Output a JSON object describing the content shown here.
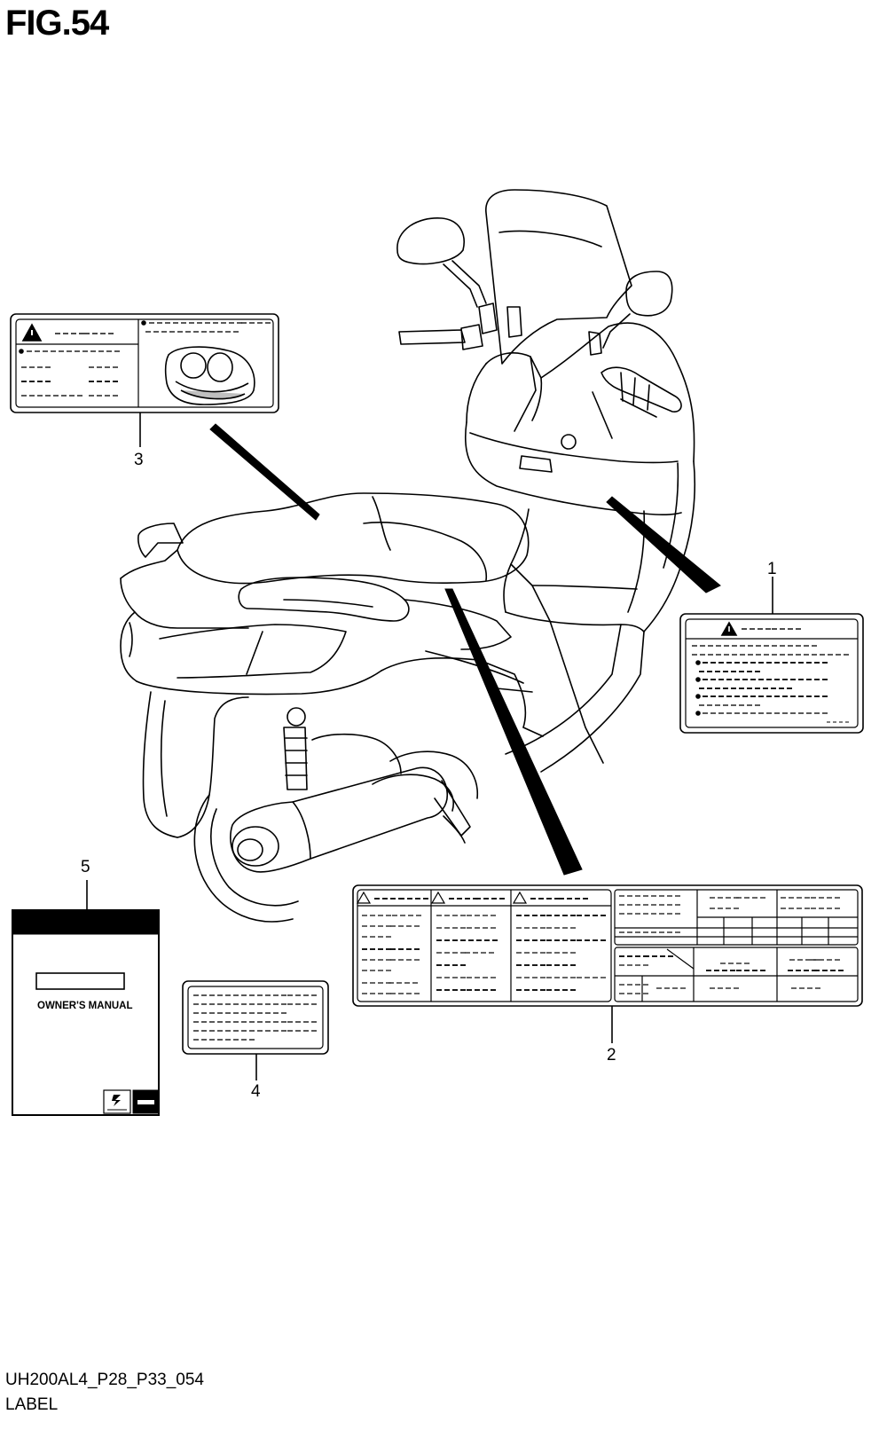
{
  "figure": {
    "title": "FIG.54"
  },
  "callouts": {
    "c1": "1",
    "c2": "2",
    "c3": "3",
    "c4": "4",
    "c5": "5"
  },
  "manual": {
    "cover_text": "OWNER'S MANUAL"
  },
  "footer": {
    "code": "UH200AL4_P28_P33_054",
    "name": "LABEL"
  }
}
